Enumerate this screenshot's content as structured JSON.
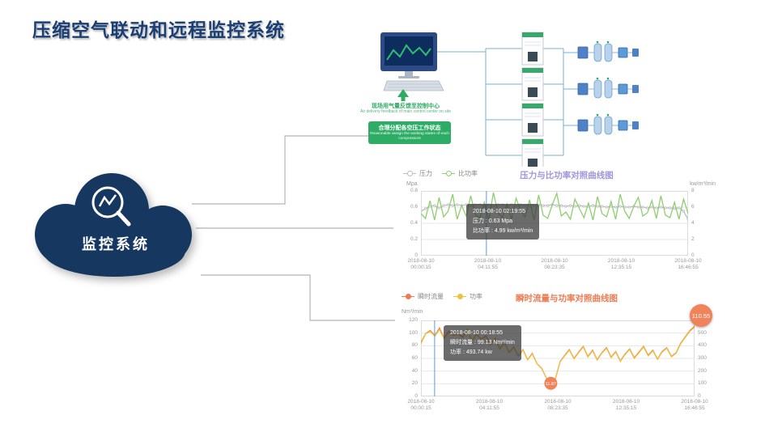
{
  "page": {
    "title": "压缩空气联动和远程监控系统",
    "title_color": "#1b3f75"
  },
  "cloud": {
    "label": "监控系统"
  },
  "diagram": {
    "feedback_cn": "现场用气量反馈至控制中心",
    "feedback_en": "Air delivery feedback of main control center on site",
    "assign_cn": "合理分配各空压工作状态",
    "assign_en": "Reasonable assign the working states of each compressors"
  },
  "chart_data": [
    {
      "id": "pressure-vs-specific-power",
      "type": "line",
      "title": "压力与比功率对照曲线图",
      "title_color": "#a295dd",
      "legend": [
        {
          "label": "压力",
          "color": "#bcbcc6"
        },
        {
          "label": "比功率",
          "color": "#8fce6f"
        }
      ],
      "left_axis": {
        "label": "Mpa",
        "min": 0,
        "max": 0.8,
        "ticks": [
          0.8,
          0.6,
          0.4,
          0.2,
          0
        ]
      },
      "right_axis": {
        "label": "kw/m³/min",
        "min": 0,
        "max": 8,
        "ticks": [
          8,
          6,
          4,
          2,
          0
        ]
      },
      "x_labels": [
        [
          "2018-08-10",
          "00:00:15"
        ],
        [
          "2018-08-10",
          "04:11:55"
        ],
        [
          "2018-08-10",
          "08:23:35"
        ],
        [
          "2018-08-10",
          "12:35:15"
        ],
        [
          "2018-08-10",
          "16:46:55"
        ]
      ],
      "series": [
        {
          "name": "压力",
          "axis": "left",
          "color": "#bcbcc6",
          "markers": true,
          "values": [
            0.55,
            0.58,
            0.61,
            0.62,
            0.59,
            0.62,
            0.63,
            0.62,
            0.63,
            0.62,
            0.63,
            0.62,
            0.63,
            0.63,
            0.62,
            0.63,
            0.62,
            0.63,
            0.63,
            0.62,
            0.63,
            0.62,
            0.63,
            0.62,
            0.63,
            0.62,
            0.63,
            0.62,
            0.62,
            0.63,
            0.62,
            0.62,
            0.61,
            0.62,
            0.61,
            0.62,
            0.61,
            0.61,
            0.62,
            0.61,
            0.61,
            0.6,
            0.61,
            0.6,
            0.61,
            0.6,
            0.6,
            0.61,
            0.6,
            0.6,
            0.59,
            0.6,
            0.59,
            0.6,
            0.59,
            0.59,
            0.58,
            0.59,
            0.55,
            0.45
          ]
        },
        {
          "name": "比功率",
          "axis": "right",
          "color": "#8fce6f",
          "values": [
            5.2,
            4.6,
            6.8,
            4.4,
            7.2,
            4.8,
            5.5,
            7.6,
            4.5,
            6.2,
            4.9,
            7.4,
            5.1,
            4.6,
            6.6,
            4.4,
            7.8,
            5.3,
            4.7,
            6.4,
            4.5,
            7.1,
            5.6,
            4.8,
            6.9,
            4.4,
            7.5,
            5.0,
            4.6,
            6.3,
            7.7,
            4.9,
            5.4,
            4.5,
            7.0,
            5.8,
            4.7,
            6.5,
            4.4,
            7.3,
            5.2,
            4.8,
            6.7,
            4.5,
            7.6,
            5.5,
            4.6,
            6.1,
            7.2,
            4.9,
            5.3,
            6.8,
            4.6,
            7.4,
            5.0,
            4.7,
            6.6,
            4.5,
            7.0,
            5.2
          ]
        }
      ],
      "marker_line_frac": 0.245,
      "tooltip": {
        "lines": [
          "2018-08-10 02:19:55",
          "压力 : 0.63 Mpa",
          "比功率 : 4.99 kw/m³/min"
        ]
      }
    },
    {
      "id": "flow-vs-power",
      "type": "line",
      "title": "瞬时流量与功率对照曲线图",
      "title_color": "#ee7a52",
      "legend": [
        {
          "label": "瞬时流量",
          "color": "#ee7a52"
        },
        {
          "label": "功率",
          "color": "#eec23f"
        }
      ],
      "left_axis": {
        "label": "Nm³/min",
        "min": 0,
        "max": 120,
        "ticks": [
          120,
          100,
          80,
          60,
          40,
          20,
          0
        ]
      },
      "right_axis": {
        "label": "",
        "min": 0,
        "max": 600,
        "ticks": [
          600,
          500,
          400,
          300,
          200,
          100,
          0
        ]
      },
      "x_labels": [
        [
          "2018-08-10",
          "00:00:15"
        ],
        [
          "2018-08-10",
          "04:11:55"
        ],
        [
          "2018-08-10",
          "08:23:35"
        ],
        [
          "2018-08-10",
          "12:35:15"
        ],
        [
          "2018-08-10",
          "16:46:55"
        ]
      ],
      "series": [
        {
          "name": "瞬时流量",
          "axis": "left",
          "color": "#ee7a52",
          "values": [
            85,
            99.13,
            104,
            96,
            108,
            92,
            103,
            97,
            100,
            94,
            106,
            88,
            99,
            90,
            96,
            82,
            92,
            75,
            85,
            70,
            78,
            64,
            74,
            58,
            68,
            52,
            45,
            30,
            11.87,
            28,
            55,
            65,
            74,
            60,
            70,
            79,
            63,
            73,
            58,
            69,
            77,
            62,
            71,
            56,
            67,
            75,
            61,
            70,
            79,
            65,
            73,
            59,
            71,
            77,
            63,
            69,
            84,
            94,
            104,
            110.55
          ]
        },
        {
          "name": "功率",
          "axis": "right",
          "color": "#eec23f",
          "values": [
            415,
            493.74,
            512,
            475,
            528,
            455,
            505,
            480,
            492,
            462,
            520,
            435,
            488,
            445,
            472,
            405,
            452,
            370,
            418,
            345,
            385,
            315,
            365,
            288,
            335,
            258,
            222,
            150,
            58,
            140,
            272,
            320,
            365,
            296,
            345,
            390,
            310,
            360,
            286,
            340,
            380,
            306,
            350,
            276,
            330,
            370,
            300,
            345,
            390,
            320,
            360,
            292,
            350,
            380,
            312,
            340,
            415,
            465,
            515,
            545
          ]
        }
      ],
      "marker_line_frac": 0.05,
      "tooltip": {
        "lines": [
          "2018-08-10 00:18:55",
          "瞬时流量 : 99.13 Nm³/min",
          "功率 : 493.74 kw"
        ]
      },
      "end_badge": {
        "value": "110.55",
        "color": "#f0835a"
      },
      "min_marker": {
        "value": "11.87"
      }
    }
  ]
}
